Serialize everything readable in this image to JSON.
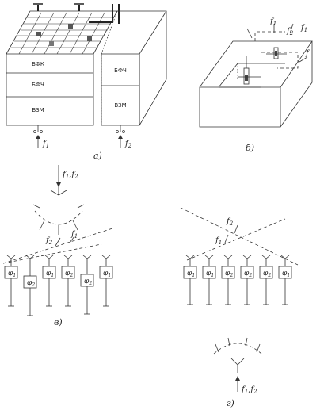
{
  "panels": {
    "a": {
      "caption": "а)",
      "blocks_left": [
        "БФК",
        "БФЧ",
        "ВЗМ"
      ],
      "blocks_right": [
        "БФЧ",
        "ВЗМ"
      ],
      "input_left": "f",
      "input_left_sub": "1",
      "input_right": "f",
      "input_right_sub": "2"
    },
    "b": {
      "caption": "б)",
      "labels": [
        {
          "base": "f",
          "sub": "1"
        },
        {
          "base": "f",
          "sub": "2"
        },
        {
          "base": "f",
          "sub": "1"
        },
        {
          "base": "f",
          "sub": ""
        }
      ]
    },
    "c": {
      "caption": "в)",
      "input": "f",
      "input_sub1": "1",
      "input_sep": ",f",
      "input_sub2": "2",
      "beam1": "f",
      "beam1_sub": "2",
      "beam2": "f",
      "beam2_sub": "1",
      "phase_cells": [
        {
          "label": "φ",
          "sub": "1"
        },
        {
          "label": "φ",
          "sub": "2"
        },
        {
          "label": "φ",
          "sub": "1"
        },
        {
          "label": "φ",
          "sub": "2"
        },
        {
          "label": "φ",
          "sub": "2"
        },
        {
          "label": "φ",
          "sub": "1"
        }
      ]
    },
    "g": {
      "caption": "г)",
      "beam1": "f",
      "beam1_sub": "2",
      "beam2": "f",
      "beam2_sub": "1",
      "phase_cells": [
        {
          "label": "φ",
          "sub": "1"
        },
        {
          "label": "φ",
          "sub": "1"
        },
        {
          "label": "φ",
          "sub": "2"
        },
        {
          "label": "φ",
          "sub": "2"
        },
        {
          "label": "φ",
          "sub": "2"
        },
        {
          "label": "φ",
          "sub": "1"
        }
      ],
      "input": "f",
      "input_sub1": "1",
      "input_sep": ",f",
      "input_sub2": "2"
    }
  }
}
